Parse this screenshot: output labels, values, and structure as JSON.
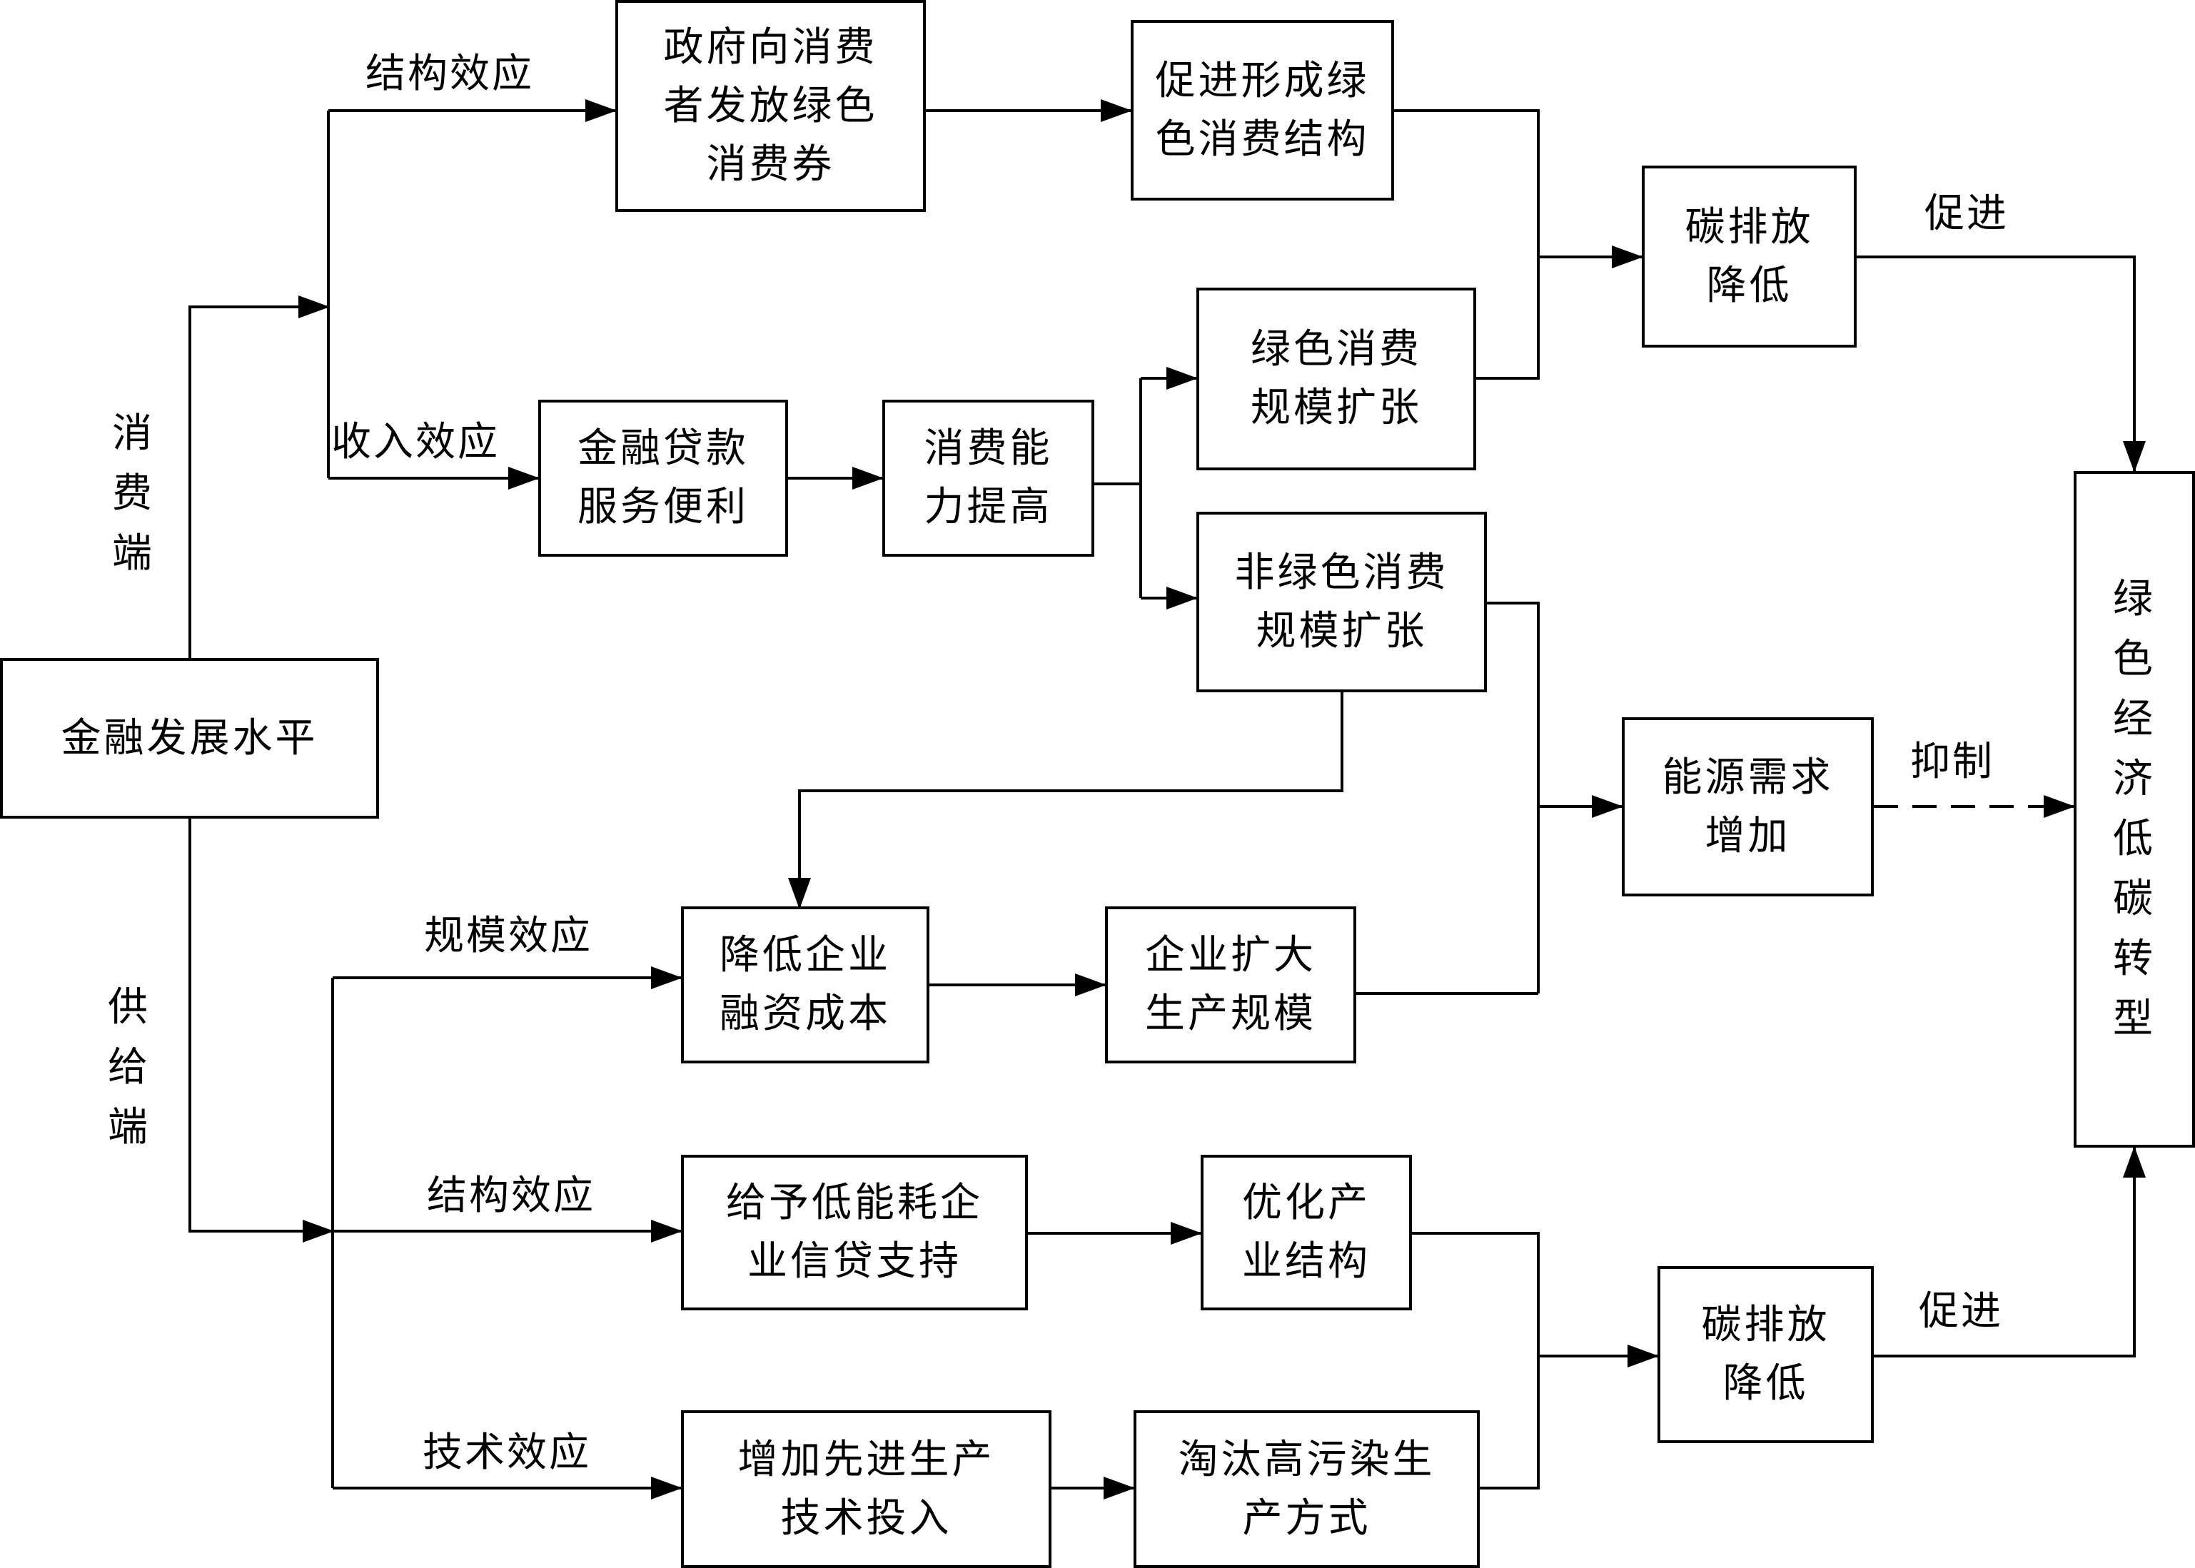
{
  "nodes": {
    "jrfz": [
      "金融发展水平"
    ],
    "zfxf": [
      "政府向消费",
      "者发放绿色",
      "消费券"
    ],
    "cjxc": [
      "促进形成绿",
      "色消费结构"
    ],
    "tpf1": [
      "碳排放",
      "降低"
    ],
    "lsxf": [
      "绿色消费",
      "规模扩张"
    ],
    "jrdk": [
      "金融贷款",
      "服务便利"
    ],
    "xfnl": [
      "消费能",
      "力提高"
    ],
    "flsx": [
      "非绿色消费",
      "规模扩张"
    ],
    "nyxq": [
      "能源需求",
      "增加"
    ],
    "lsjj": [
      "绿",
      "色",
      "经",
      "济",
      "低",
      "碳",
      "转",
      "型"
    ],
    "jdqy": [
      "降低企业",
      "融资成本"
    ],
    "qykd": [
      "企业扩大",
      "生产规模"
    ],
    "gydn": [
      "给予低能耗企",
      "业信贷支持"
    ],
    "yhcy": [
      "优化产",
      "业结构"
    ],
    "tpf2": [
      "碳排放",
      "降低"
    ],
    "zjxj": [
      "增加先进生产",
      "技术投入"
    ],
    "ttgw": [
      "淘汰高污染生",
      "产方式"
    ]
  },
  "edge_labels": {
    "jgxy_top": "结构效应",
    "srxy": "收入效应",
    "gmxy": "规模效应",
    "jgxy_bottom": "结构效应",
    "jsxy": "技术效应",
    "cj_top": "促进",
    "cj_bottom": "促进",
    "yz": "抑制"
  },
  "side_labels": {
    "xfd": [
      "消",
      "费",
      "端"
    ],
    "gjd": [
      "供",
      "给",
      "端"
    ]
  },
  "colors": {
    "line": "#000000",
    "background": "#ffffff"
  }
}
